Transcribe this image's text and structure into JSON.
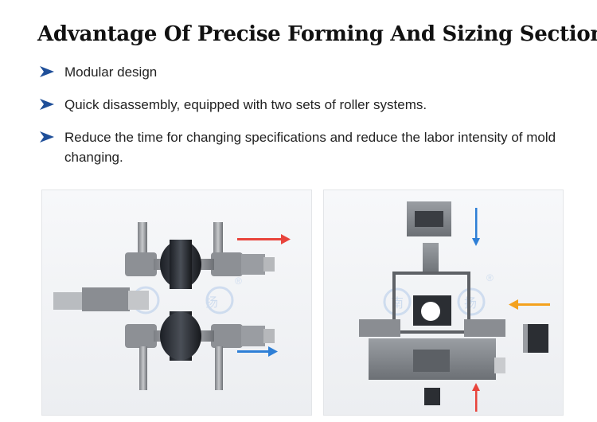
{
  "heading": "Advantage Of Precise Forming And Sizing Section",
  "bullets": [
    "Modular design",
    "Quick disassembly, equipped with two sets of roller systems.",
    "Reduce the time for changing specifications and reduce the labor intensity of mold changing."
  ],
  "watermark": {
    "left_chars": "南",
    "right_chars": "扬",
    "registered": "®"
  },
  "colors": {
    "bullet_arrow": "#1f4f99",
    "red_arrow": "#e8443c",
    "blue_arrow": "#2e7fd6",
    "orange_arrow": "#f4a21e",
    "machine_gray": "#8a8d91"
  }
}
